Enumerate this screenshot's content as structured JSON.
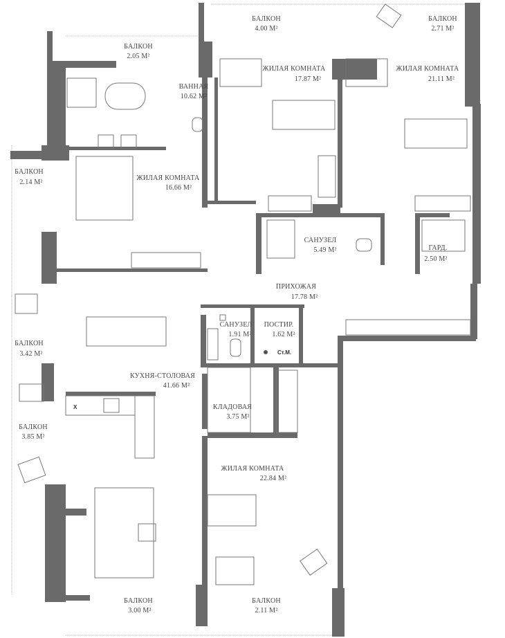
{
  "plan": {
    "wall_color": "#6a6a6a",
    "rooms": [
      {
        "id": "balcony-205",
        "name": "БАЛКОН",
        "area": "2.05 М²"
      },
      {
        "id": "bathroom",
        "name": "ВАННАЯ",
        "area": "10.62 М²"
      },
      {
        "id": "balcony-400",
        "name": "БАЛКОН",
        "area": "4.00 М²"
      },
      {
        "id": "living-1787",
        "name": "ЖИЛАЯ КОМНАТА",
        "area": "17.87 М²"
      },
      {
        "id": "balcony-271",
        "name": "БАЛКОН",
        "area": "2.71 М²"
      },
      {
        "id": "living-2111",
        "name": "ЖИЛАЯ КОМНАТА",
        "area": "21.11 М²"
      },
      {
        "id": "balcony-214",
        "name": "БАЛКОН",
        "area": "2.14 М²"
      },
      {
        "id": "living-1666",
        "name": "ЖИЛАЯ КОМНАТА",
        "area": "16.66 М²"
      },
      {
        "id": "wc-549",
        "name": "САНУЗЕЛ",
        "area": "5.49 М²"
      },
      {
        "id": "wardrobe",
        "name": "ГАРД.",
        "area": "2.50 М²"
      },
      {
        "id": "hallway",
        "name": "ПРИХОЖАЯ",
        "area": "17.78 М²"
      },
      {
        "id": "wc-191",
        "name": "САНУЗЕЛ",
        "area": "1.91 М²"
      },
      {
        "id": "laundry",
        "name": "ПОСТИР.",
        "area": "1.62 М²"
      },
      {
        "id": "balcony-342",
        "name": "БАЛКОН",
        "area": "3.42 М²"
      },
      {
        "id": "kitchen",
        "name": "КУХНЯ-СТОЛОВАЯ",
        "area": "41.66 М²"
      },
      {
        "id": "balcony-385",
        "name": "БАЛКОН",
        "area": "3.85 М²"
      },
      {
        "id": "storage",
        "name": "КЛАДОВАЯ",
        "area": "3.75 М²"
      },
      {
        "id": "living-2284",
        "name": "ЖИЛАЯ КОМНАТА",
        "area": "22.84 М²"
      },
      {
        "id": "balcony-300",
        "name": "БАЛКОН",
        "area": "3.00 М²"
      },
      {
        "id": "balcony-211",
        "name": "БАЛКОН",
        "area": "2.11 М²"
      }
    ],
    "washing_machine_label": "Ст.М.",
    "cooktop_mark": "X"
  }
}
